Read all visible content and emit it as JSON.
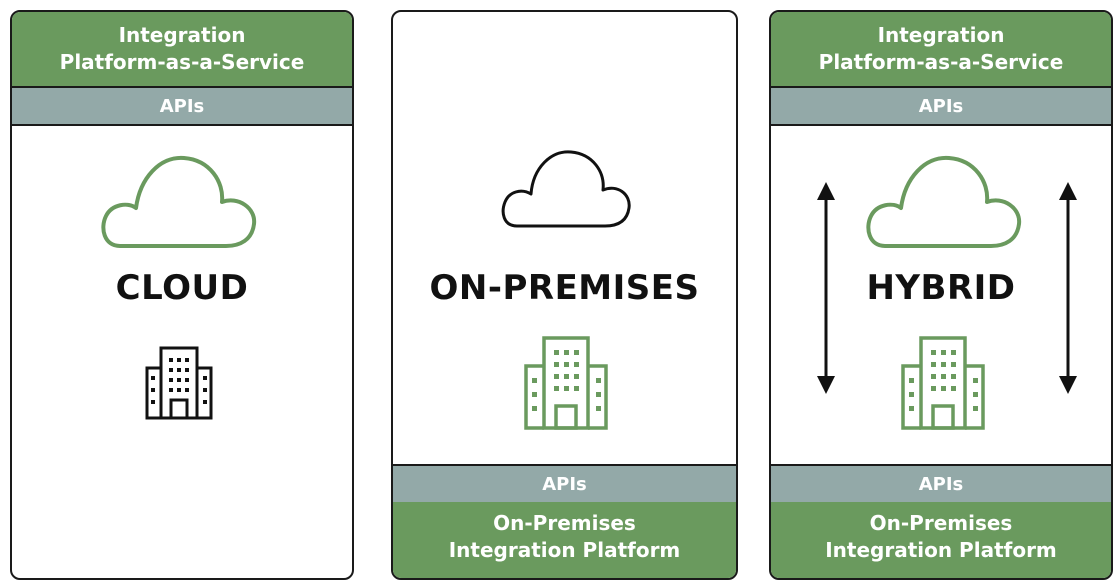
{
  "colors": {
    "green": "#6a9a5e",
    "api": "#93a9a8",
    "icon_green": "#6a9a5e",
    "outline": "#1a1a1a"
  },
  "panels": [
    {
      "id": "cloud",
      "top_header": [
        "Integration",
        "Platform-as-a-Service"
      ],
      "top_api": "APIs",
      "label": "CLOUD",
      "icons": [
        "cloud-icon",
        "building-icon"
      ]
    },
    {
      "id": "on-premises",
      "label": "ON-PREMISES",
      "bottom_api": "APIs",
      "bottom_footer": [
        "On-Premises",
        "Integration Platform"
      ],
      "icons": [
        "cloud-icon",
        "building-icon"
      ]
    },
    {
      "id": "hybrid",
      "top_header": [
        "Integration",
        "Platform-as-a-Service"
      ],
      "top_api": "APIs",
      "label": "HYBRID",
      "bottom_api": "APIs",
      "bottom_footer": [
        "On-Premises",
        "Integration Platform"
      ],
      "icons": [
        "cloud-icon",
        "building-icon",
        "double-arrow-icon",
        "double-arrow-icon"
      ]
    }
  ]
}
